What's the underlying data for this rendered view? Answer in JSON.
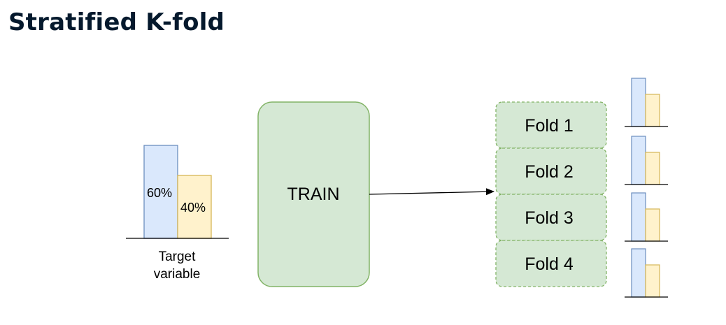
{
  "title": "Stratified K-fold",
  "target": {
    "bars": [
      {
        "label": "60%",
        "value": 60,
        "fill": "#dae8fc",
        "stroke": "#6c8ebf"
      },
      {
        "label": "40%",
        "value": 40,
        "fill": "#fff2cc",
        "stroke": "#d6b656"
      }
    ],
    "caption_line1": "Target",
    "caption_line2": "variable"
  },
  "train": {
    "label": "TRAIN",
    "fill": "#d5e8d4",
    "stroke": "#82b366"
  },
  "folds": [
    {
      "label": "Fold 1"
    },
    {
      "label": "Fold 2"
    },
    {
      "label": "Fold 3"
    },
    {
      "label": "Fold 4"
    }
  ],
  "fold_style": {
    "fill": "#d5e8d4",
    "stroke": "#82b366"
  }
}
